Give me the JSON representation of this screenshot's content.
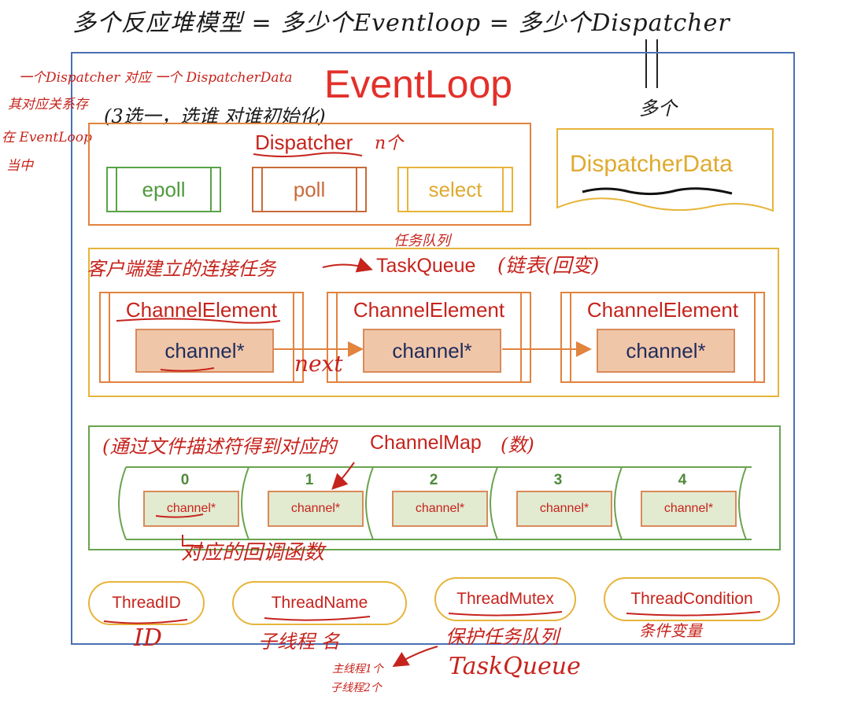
{
  "heading": {
    "top_note": "多个反应堆模型 = 多少个Eventloop = 多少个Dispatcher",
    "many_note": "多个"
  },
  "eventloop": {
    "title": "EventLoop",
    "left_notes": [
      "一个Dispatcher 对应 一个 DispatcherData",
      "其对应关系存",
      "在 EventLoop",
      "当中"
    ],
    "init_note": "(3选一，选谁 对谁初始化)"
  },
  "dispatcher": {
    "label": "Dispatcher",
    "count_note": "n个",
    "options": [
      "epoll",
      "poll",
      "select"
    ]
  },
  "dispatcher_data": {
    "label": "DispatcherData"
  },
  "task_queue": {
    "task_note": "任务队列",
    "conn_note": "客户端建立的连接任务",
    "label": "TaskQueue",
    "linked_note": "(链表(回变)",
    "next_note": "next",
    "elements": [
      {
        "title": "ChannelElement",
        "channel": "channel*"
      },
      {
        "title": "ChannelElement",
        "channel": "channel*"
      },
      {
        "title": "ChannelElement",
        "channel": "channel*"
      }
    ]
  },
  "channel_map": {
    "note": "(通过文件描述符得到对应的",
    "label": "ChannelMap",
    "count_note": "(数)",
    "callback_note": "对应的回调函数",
    "indices": [
      "0",
      "1",
      "2",
      "3",
      "4"
    ],
    "channels": [
      "channel*",
      "channel*",
      "channel*",
      "channel*",
      "channel*"
    ]
  },
  "thread": {
    "id_label": "ThreadID",
    "name_label": "ThreadName",
    "mutex_label": "ThreadMutex",
    "condition_label": "ThreadCondition",
    "id_note": "ID",
    "name_note": "子线程 名",
    "mutex_note": "保护任务队列",
    "mutex_note2": "TaskQueue",
    "condition_note": "条件变量",
    "thread_note1": "主线程1个",
    "thread_note2": "子线程2个"
  },
  "colors": {
    "red_ink": "#c6231c",
    "blue_frame": "#4a6fb3",
    "orange": "#e2833e",
    "yellow": "#e7b43a",
    "green": "#6aa34f"
  }
}
